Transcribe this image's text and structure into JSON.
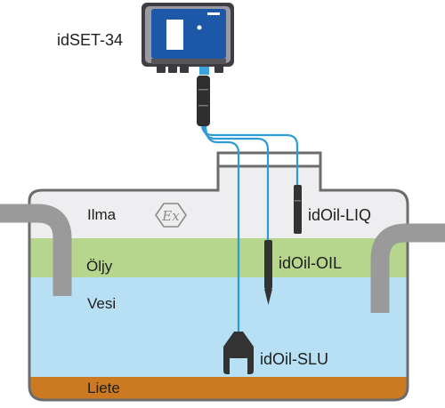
{
  "controller": {
    "label": "idSET-34",
    "color": "#1d57a8"
  },
  "layers": {
    "air": {
      "label": "Ilma",
      "color": "#eeeef0"
    },
    "oil": {
      "label": "Öljy",
      "color": "#b5d68c"
    },
    "water": {
      "label": "Vesi",
      "color": "#b7e0f4"
    },
    "sludge": {
      "label": "Liete",
      "color": "#cc7a22"
    }
  },
  "sensors": {
    "liq": {
      "label": "idOil-LIQ"
    },
    "oil": {
      "label": "idOil-OIL"
    },
    "slu": {
      "label": "idOil-SLU"
    }
  },
  "atex_mark": "Ex",
  "colors": {
    "tank_outline": "#6c6c6c",
    "pipe": "#9a9a9a",
    "cable": "#2f9bd6",
    "sensor": "#333333"
  }
}
